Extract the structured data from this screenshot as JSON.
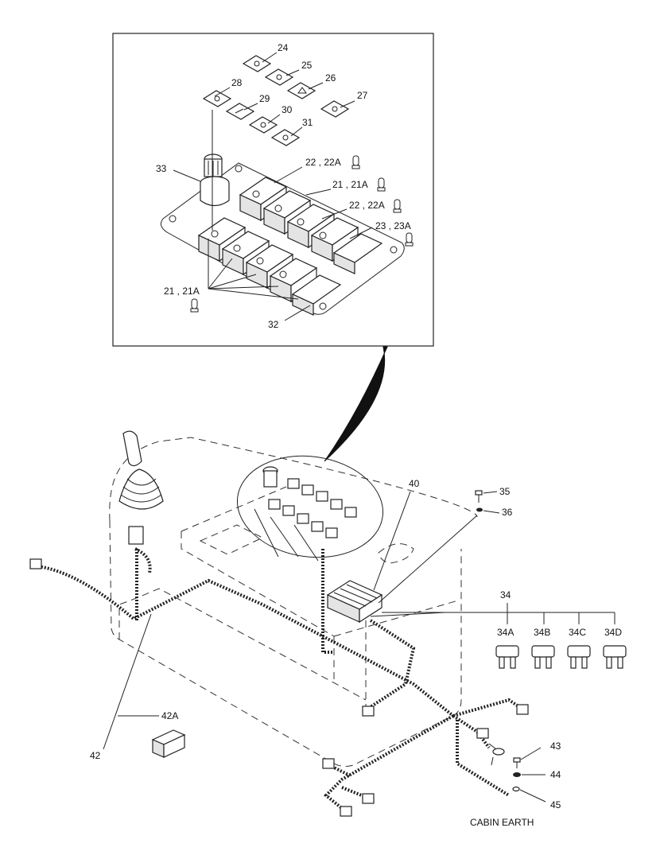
{
  "labels": {
    "l24": "24",
    "l25": "25",
    "l26": "26",
    "l27": "27",
    "l28": "28",
    "l29": "29",
    "l30": "30",
    "l31": "31",
    "l33": "33",
    "l22a": "22 , 22A",
    "l21a": "21 , 21A",
    "l22b": "22 , 22A",
    "l23": "23 , 23A",
    "l21b": "21 , 21A",
    "l32": "32",
    "l40": "40",
    "l35": "35",
    "l36": "36",
    "l34": "34",
    "l34A": "34A",
    "l34B": "34B",
    "l34C": "34C",
    "l34D": "34D",
    "l42A": "42A",
    "l42": "42",
    "l43": "43",
    "l44": "44",
    "l45": "45",
    "cabin_earth": "CABIN EARTH"
  }
}
